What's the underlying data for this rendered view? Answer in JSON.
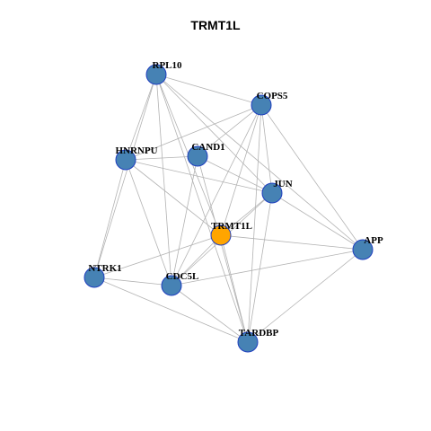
{
  "title": "TRMT1L",
  "colors": {
    "node": "#4682b4",
    "focus_node": "#ffa500",
    "node_border": "#1f3fbf",
    "edge": "#b3b3b3"
  },
  "nodes": [
    {
      "id": "RPL10",
      "label": "RPL10"
    },
    {
      "id": "COPS5",
      "label": "COPS5"
    },
    {
      "id": "HNRNPU",
      "label": "HNRNPU"
    },
    {
      "id": "CAND1",
      "label": "CAND1"
    },
    {
      "id": "JUN",
      "label": "JUN"
    },
    {
      "id": "TRMT1L",
      "label": "TRMT1L",
      "focus": true
    },
    {
      "id": "APP",
      "label": "APP"
    },
    {
      "id": "NTRK1",
      "label": "NTRK1"
    },
    {
      "id": "CDC5L",
      "label": "CDC5L"
    },
    {
      "id": "TARDBP",
      "label": "TARDBP"
    }
  ],
  "edges": [
    [
      "RPL10",
      "COPS5"
    ],
    [
      "RPL10",
      "HNRNPU"
    ],
    [
      "RPL10",
      "JUN"
    ],
    [
      "RPL10",
      "NTRK1"
    ],
    [
      "RPL10",
      "TARDBP"
    ],
    [
      "RPL10",
      "TRMT1L"
    ],
    [
      "RPL10",
      "CDC5L"
    ],
    [
      "RPL10",
      "APP"
    ],
    [
      "COPS5",
      "HNRNPU"
    ],
    [
      "COPS5",
      "CAND1"
    ],
    [
      "COPS5",
      "JUN"
    ],
    [
      "COPS5",
      "TRMT1L"
    ],
    [
      "COPS5",
      "CDC5L"
    ],
    [
      "COPS5",
      "APP"
    ],
    [
      "COPS5",
      "TARDBP"
    ],
    [
      "HNRNPU",
      "CAND1"
    ],
    [
      "HNRNPU",
      "JUN"
    ],
    [
      "HNRNPU",
      "NTRK1"
    ],
    [
      "HNRNPU",
      "CDC5L"
    ],
    [
      "HNRNPU",
      "TRMT1L"
    ],
    [
      "CAND1",
      "JUN"
    ],
    [
      "CAND1",
      "CDC5L"
    ],
    [
      "CAND1",
      "TARDBP"
    ],
    [
      "JUN",
      "TRMT1L"
    ],
    [
      "JUN",
      "APP"
    ],
    [
      "JUN",
      "CDC5L"
    ],
    [
      "JUN",
      "TARDBP"
    ],
    [
      "TRMT1L",
      "APP"
    ],
    [
      "TRMT1L",
      "NTRK1"
    ],
    [
      "TRMT1L",
      "CDC5L"
    ],
    [
      "TRMT1L",
      "TARDBP"
    ],
    [
      "APP",
      "CDC5L"
    ],
    [
      "APP",
      "TARDBP"
    ],
    [
      "NTRK1",
      "CDC5L"
    ],
    [
      "NTRK1",
      "TARDBP"
    ],
    [
      "CDC5L",
      "TARDBP"
    ]
  ]
}
